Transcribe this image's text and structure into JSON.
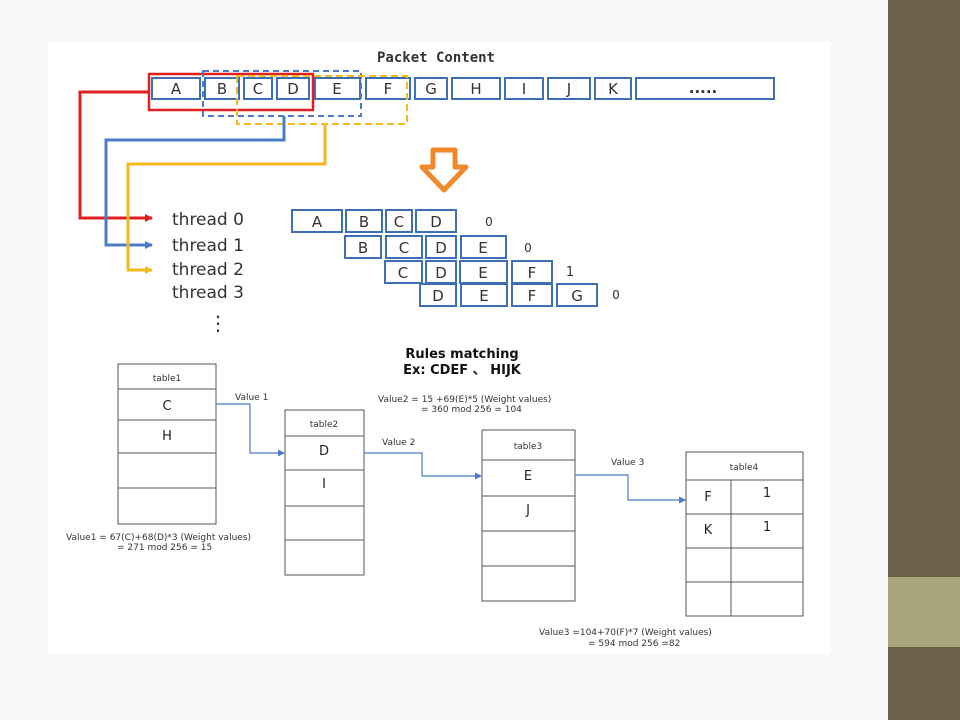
{
  "packet": {
    "title": "Packet Content",
    "cells": [
      "A",
      "B",
      "C",
      "D",
      "E",
      "F",
      "G",
      "H",
      "I",
      "J",
      "K",
      "....."
    ]
  },
  "threads": [
    {
      "label": "thread 0",
      "cells": [
        "A",
        "B",
        "C",
        "D"
      ],
      "value": "0"
    },
    {
      "label": "thread 1",
      "cells": [
        "B",
        "C",
        "D",
        "E"
      ],
      "value": "0"
    },
    {
      "label": "thread 2",
      "cells": [
        "C",
        "D",
        "E",
        "F"
      ],
      "value": "1"
    },
    {
      "label": "thread 3",
      "cells": [
        "D",
        "E",
        "F",
        "G"
      ],
      "value": "0"
    }
  ],
  "rules": {
    "title": "Rules matching",
    "example": "Ex: CDEF 、 HIJK"
  },
  "tables": [
    {
      "name": "table1",
      "rows": [
        "C",
        "H",
        "",
        ""
      ]
    },
    {
      "name": "table2",
      "rows": [
        "D",
        "I",
        "",
        ""
      ]
    },
    {
      "name": "table3",
      "rows": [
        "E",
        "J",
        "",
        ""
      ]
    },
    {
      "name": "table4",
      "rows": [
        [
          "F",
          "1"
        ],
        [
          "K",
          "1"
        ],
        [
          "",
          ""
        ],
        [
          "",
          ""
        ]
      ]
    }
  ],
  "values": {
    "value1_label": "Value 1",
    "value2_label": "Value 2",
    "value3_label": "Value 3",
    "formula1_line1": "Value1 = 67(C)+68(D)*3 (Weight values)",
    "formula1_line2": "= 271 mod 256 = 15",
    "formula2_line1": "Value2 = 15 +69(E)*5 (Weight values)",
    "formula2_line2": "= 360 mod 256 = 104",
    "formula3_line1": "Value3 =104+70(F)*7 (Weight values)",
    "formula3_line2": "= 594 mod 256 =82"
  },
  "colors": {
    "red": "#e02020",
    "blue": "#4a7cc8",
    "yellow": "#f5b820",
    "orange": "#f08a2c",
    "box_border": "#3e6fb5",
    "sidebar": "#6b604a",
    "sidebar_accent": "#a9a37b"
  }
}
